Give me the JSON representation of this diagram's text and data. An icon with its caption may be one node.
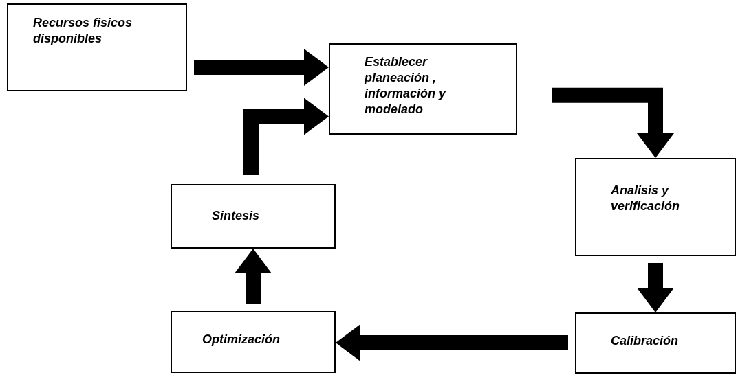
{
  "diagram": {
    "nodes": [
      {
        "text": [
          "Recursos fisicos disponibles"
        ]
      },
      {
        "text": [
          "Establecer planeación , información y modelado"
        ]
      },
      {
        "text": [
          "Analisis y verificación"
        ]
      },
      {
        "text": [
          "Calibración"
        ]
      },
      {
        "text": [
          "Optimización"
        ]
      },
      {
        "text": [
          "Sintesis"
        ]
      }
    ],
    "edges": [
      {
        "from": 0,
        "to": 1,
        "arrow": "to"
      },
      {
        "from": 1,
        "to": 2,
        "arrow": "to"
      },
      {
        "from": 2,
        "to": 3,
        "arrow": "to"
      },
      {
        "from": 3,
        "to": 4,
        "arrow": "to"
      },
      {
        "from": 4,
        "to": 5,
        "arrow": "to"
      },
      {
        "from": 5,
        "to": 1,
        "arrow": "to"
      }
    ]
  }
}
